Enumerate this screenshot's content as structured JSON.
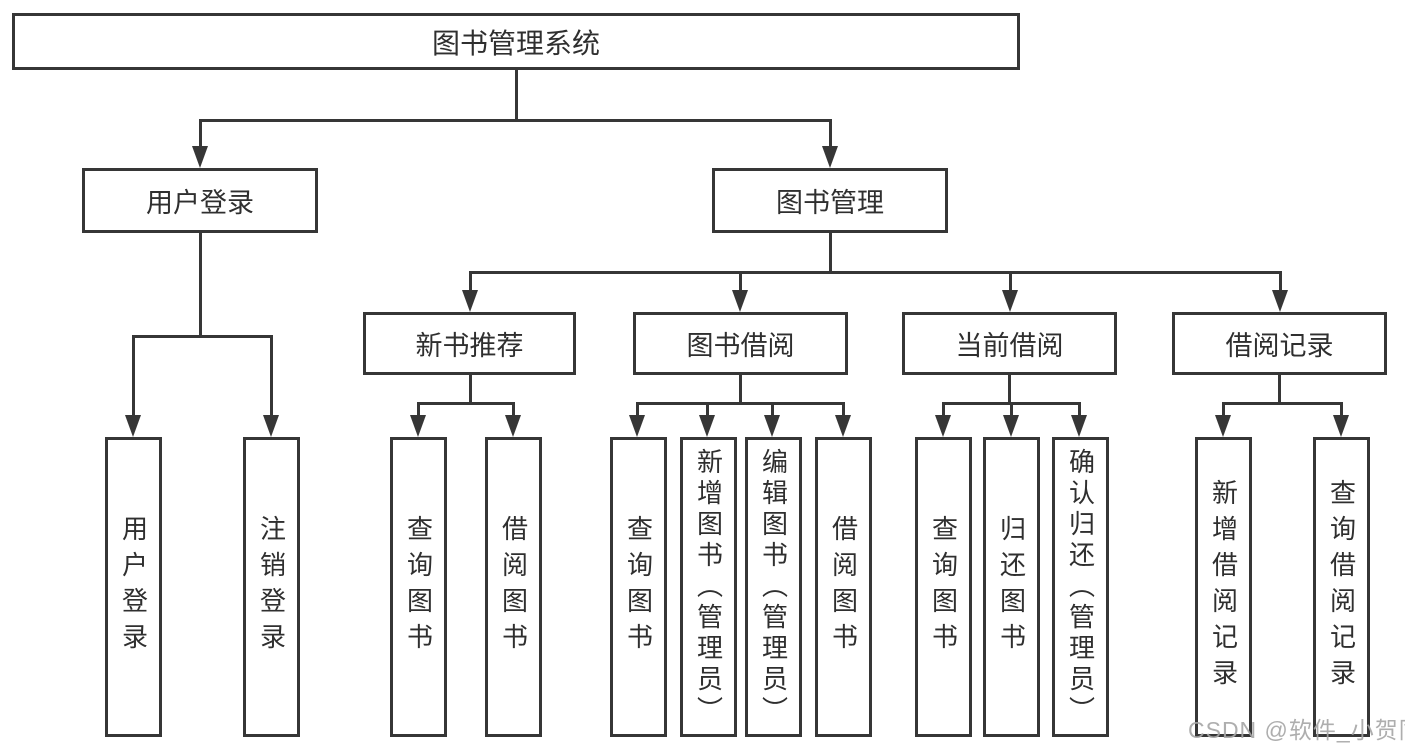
{
  "diagram_title": "图书管理系统",
  "tree": {
    "label": "图书管理系统",
    "children": [
      {
        "label": "用户登录",
        "children": [
          {
            "label": "用户登录"
          },
          {
            "label": "注销登录"
          }
        ]
      },
      {
        "label": "图书管理",
        "children": [
          {
            "label": "新书推荐",
            "children": [
              {
                "label": "查询图书"
              },
              {
                "label": "借阅图书"
              }
            ]
          },
          {
            "label": "图书借阅",
            "children": [
              {
                "label": "查询图书"
              },
              {
                "label": "新增图书（管理员）"
              },
              {
                "label": "编辑图书（管理员）"
              },
              {
                "label": "借阅图书"
              }
            ]
          },
          {
            "label": "当前借阅",
            "children": [
              {
                "label": "查询图书"
              },
              {
                "label": "归还图书"
              },
              {
                "label": "确认归还（管理员）"
              }
            ]
          },
          {
            "label": "借阅记录",
            "children": [
              {
                "label": "新增借阅记录"
              },
              {
                "label": "查询借阅记录"
              }
            ]
          }
        ]
      }
    ]
  },
  "watermark": {
    "text": "CSDN @软件_小贺同学",
    "color": "#a6a6a6"
  },
  "colors": {
    "line": "#363636",
    "box_border": "#363636",
    "text": "#2f2f2f",
    "background": "#ffffff"
  }
}
